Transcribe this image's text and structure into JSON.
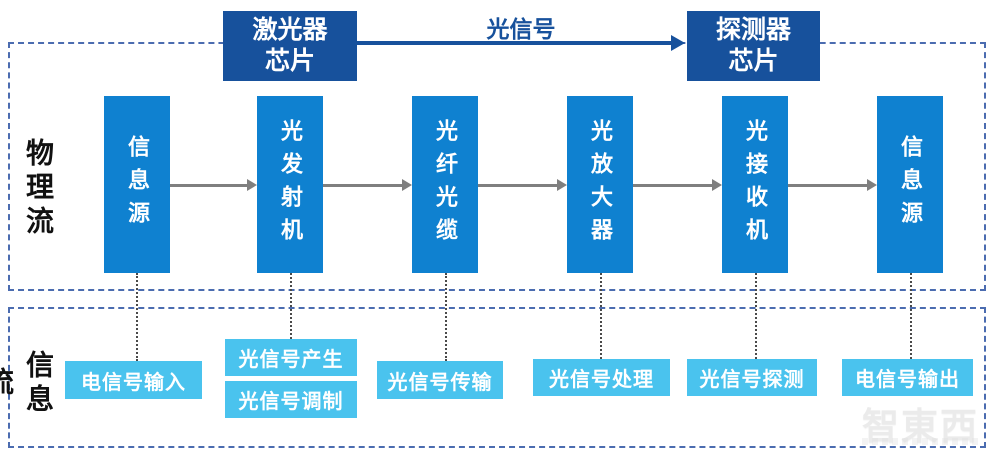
{
  "header": {
    "laser_chip": "激光器\n芯片",
    "detector_chip": "探测器\n芯片",
    "optical_signal_label": "光信号"
  },
  "physical_flow": {
    "row_label": "物理流",
    "nodes": [
      "信息源",
      "光发射机",
      "光纤光缆",
      "光放大器",
      "光接收机",
      "信息源"
    ]
  },
  "info_flow": {
    "row_label": "信息流",
    "steps": [
      "电信号输入",
      "光信号产生",
      "光信号调制",
      "光信号传输",
      "光信号处理",
      "光信号探测",
      "电信号输出"
    ]
  },
  "watermark": {
    "logo": "智東西"
  },
  "colors": {
    "navy": "#17519c",
    "node_blue": "#0f81d0",
    "step_blue": "#4ac3ee",
    "dashed_border": "#4b6cb0",
    "arrow_gray": "#7f7f7f"
  }
}
